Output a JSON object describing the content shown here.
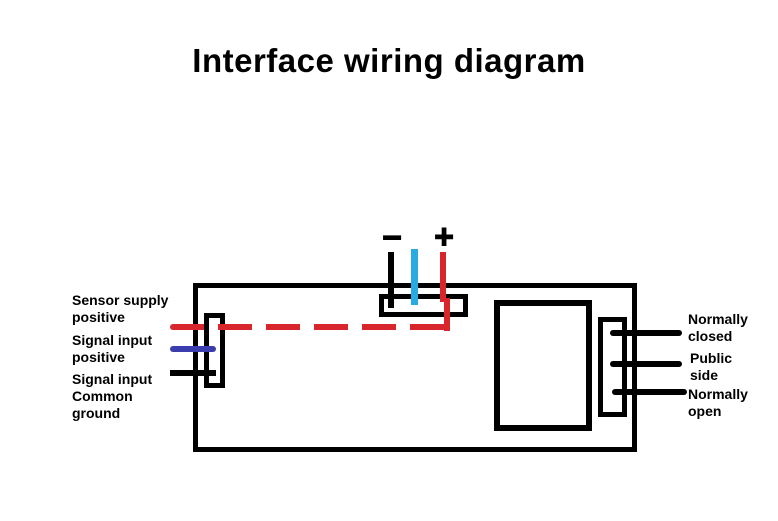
{
  "title": "Interface wiring diagram",
  "power_terminals": {
    "minus_label": "−",
    "plus_label": "+"
  },
  "left_pins": [
    {
      "label": "Sensor supply\npositive",
      "wire_color": "#d8262c",
      "wire_style": "dashed"
    },
    {
      "label": "Signal input\npositive",
      "wire_color": "#3b3dae",
      "wire_style": "solid"
    },
    {
      "label": "Signal input\nCommon\nground",
      "wire_color": "#000000",
      "wire_style": "solid"
    }
  ],
  "right_pins": [
    {
      "label": "Normally\nclosed",
      "wire_color": "#000000"
    },
    {
      "label": "Public\nside",
      "wire_color": "#000000"
    },
    {
      "label": "Normally\nopen",
      "wire_color": "#000000"
    }
  ],
  "supply_wires": {
    "minus_color": "#000000",
    "center_color": "#29abe2",
    "plus_color": "#d8262c"
  }
}
